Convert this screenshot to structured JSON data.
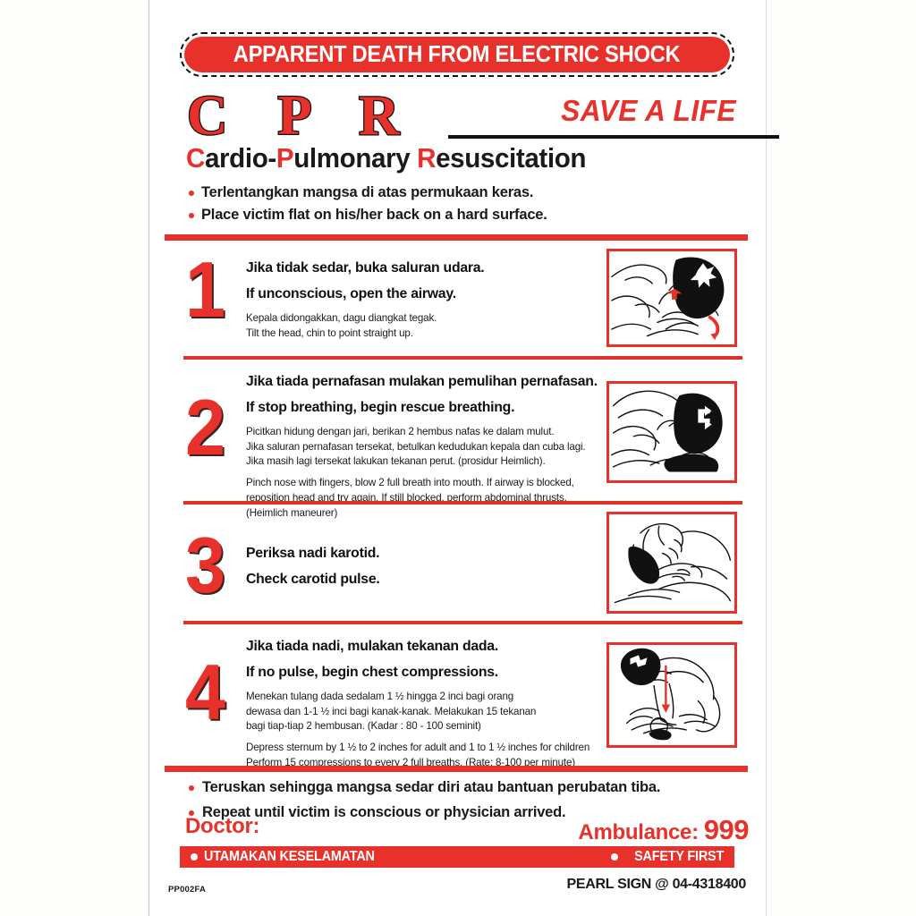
{
  "poster": {
    "banner_title": "APPARENT DEATH FROM ELECTRIC SHOCK",
    "cpr_letters": "C P R",
    "save_a_life": "SAVE A LIFE",
    "subtitle_parts": {
      "c": "C",
      "ardio": "ardio-",
      "p": "P",
      "ulmonary": "ulmonary ",
      "r": "R",
      "esuscitation": "esuscitation"
    },
    "intro_bullets": [
      "Terlentangkan mangsa di atas permukaan keras.",
      "Place victim flat on his/her back on a hard surface."
    ]
  },
  "steps": [
    {
      "number": "1",
      "headline_my": "Jika tidak sedar, buka saluran udara.",
      "headline_en": "If unconscious, open the airway.",
      "detail_my": "Kepala didongakkan, dagu diangkat tegak.",
      "detail_en": "Tilt the head, chin to point straight up.",
      "illustration": "airway-open-illustration"
    },
    {
      "number": "2",
      "headline_my": "Jika tiada pernafasan mulakan pemulihan pernafasan.",
      "headline_en": "If stop breathing, begin rescue breathing.",
      "detail_my": "Picitkan hidung dengan jari, berikan 2 hembus nafas ke dalam mulut.\nJika saluran pernafasan tersekat, betulkan kedudukan kepala dan cuba lagi.\nJika masih lagi tersekat lakukan tekanan perut. (prosidur Heimlich).",
      "detail_en": "Pinch nose with fingers, blow 2 full breath into mouth. If airway is blocked,\nreposition head and try again. If still blocked, perform abdominal thrusts.\n(Heimlich maneurer)",
      "illustration": "rescue-breathing-illustration"
    },
    {
      "number": "3",
      "headline_my": "Periksa nadi karotid.",
      "headline_en": "Check carotid pulse.",
      "detail_my": "",
      "detail_en": "",
      "illustration": "carotid-pulse-illustration"
    },
    {
      "number": "4",
      "headline_my": "Jika tiada nadi, mulakan tekanan dada.",
      "headline_en": "If no pulse, begin chest compressions.",
      "detail_my": "Menekan tulang dada sedalam 1 ½  hingga 2 inci bagi orang\ndewasa dan 1-1 ½ inci bagi kanak-kanak. Melakukan 15 tekanan\nbagi tiap-tiap 2 hembusan. (Kadar : 80 - 100 seminit)",
      "detail_en": "Depress sternum by 1 ½ to 2 inches for adult and 1 to 1 ½ inches for children\nPerform 15 compressions to every 2 full breaths. (Rate: 8-100 per minute)",
      "illustration": "chest-compression-illustration"
    }
  ],
  "footer": {
    "bullets": [
      "Teruskan sehingga mangsa sedar diri atau bantuan perubatan tiba.",
      "Repeat until victim is conscious or physician arrived."
    ],
    "doctor_label": "Doctor:",
    "ambulance_label": "Ambulance:",
    "ambulance_number": "999",
    "safety_my": "UTAMAKAN KESELAMATAN",
    "safety_en": "SAFETY FIRST",
    "product_code": "PP002FA",
    "printer_credit": "PEARL SIGN @ 04-4318400"
  },
  "colors": {
    "red": "#e8312a",
    "black": "#1a1a1a",
    "white": "#ffffff"
  }
}
